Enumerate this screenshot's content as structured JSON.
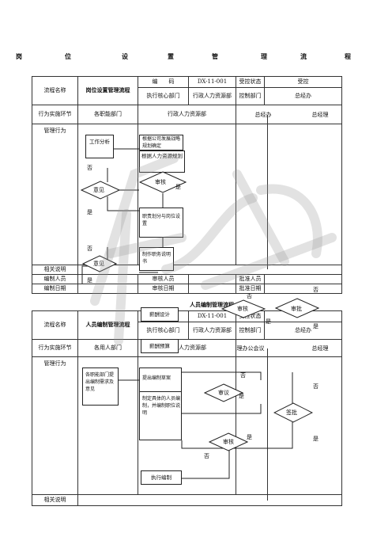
{
  "title_chars": [
    "岗",
    "位",
    "设",
    "置",
    "管",
    "理",
    "流",
    "程"
  ],
  "t1": {
    "flow_name_label": "流程名称",
    "flow_name": "岗位设置管理流程",
    "code_label": "编　　码",
    "code": "DX-11-001",
    "status_label": "受控状态",
    "status": "受控",
    "exec_dept_label": "执行核心部门",
    "exec_dept": "行政人力资源部",
    "ctrl_dept_label": "控制部门",
    "ctrl_dept": "总经办",
    "stage_label": "行为实施环节",
    "lanes": [
      "各职能部门",
      "行政人力资源部",
      "总经办",
      "总经理"
    ],
    "action_label": "管理行为",
    "related_label": "相关说明",
    "editor_label": "编制人员",
    "reviewer_label": "审核人员",
    "approver_label": "批准人员",
    "edit_date_label": "编制日期",
    "review_date_label": "审核日期",
    "approve_date_label": "批准日期"
  },
  "flow1": {
    "work_analysis": "工作分析",
    "plan_box": "根据公司发展战略规划确定",
    "hr_plan": "根据人力资源规划",
    "audit": "审核",
    "opinion": "意见",
    "dept_setting": "职责划分与岗位设置",
    "make_dept": "制作职务说明书",
    "opinion2": "意见",
    "no": "否",
    "yes": "是"
  },
  "subtitle": "人员编制管理流程",
  "overlay": {
    "salary_design": "薪酬设计",
    "salary_budget": "薪酬预算",
    "audit": "审核",
    "approve": "审批"
  },
  "t2": {
    "flow_name_label": "流程名称",
    "flow_name": "人员编制管理流程",
    "code_label": "编　　码",
    "code": "DX-11-001",
    "status_label": "受控状态",
    "exec_dept_label": "执行核心部门",
    "exec_dept": "行政人力资源部",
    "ctrl_dept_label": "控制部门",
    "ctrl_dept": "总经办",
    "stage_label": "行为实施环节",
    "lanes": [
      "各用人部门",
      "行政人力资源部",
      "总经理办公会议",
      "总经理"
    ],
    "action_label": "管理行为",
    "related_label": "相关说明"
  },
  "flow2": {
    "dept_submit": "各职能部门提出编制需求及意见",
    "propose": "提出编制草案",
    "define": "制定具体的人员编制，并编制职位说明",
    "review": "审议",
    "audit": "审核",
    "sign": "签批",
    "execute": "执行编制",
    "no": "否",
    "yes": "是"
  }
}
